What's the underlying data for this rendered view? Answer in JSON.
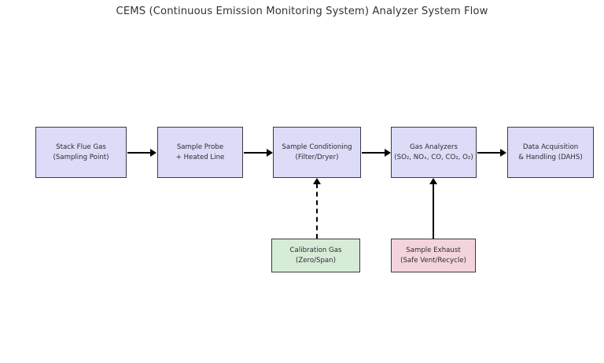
{
  "title": "CEMS (Continuous Emission Monitoring System) Analyzer System Flow",
  "colors": {
    "process_fill": "#dcdcf8",
    "calibration_fill": "#d6ecd7",
    "exhaust_fill": "#f4d4dc",
    "border": "#3a3a48",
    "arrow": "#000000",
    "background": "#ffffff",
    "text": "#2b2b33",
    "title_text": "#333333"
  },
  "nodes": [
    {
      "id": "stack-flue-gas",
      "line1": "Stack Flue Gas",
      "line2": "(Sampling Point)",
      "kind": "process"
    },
    {
      "id": "sample-probe",
      "line1": "Sample Probe",
      "line2": "+ Heated Line",
      "kind": "process"
    },
    {
      "id": "sample-conditioning",
      "line1": "Sample Conditioning",
      "line2": "(Filter/Dryer)",
      "kind": "process"
    },
    {
      "id": "gas-analyzers",
      "line1": "Gas Analyzers",
      "line2": "(SO₂, NOₓ, CO, CO₂, O₂)",
      "kind": "process"
    },
    {
      "id": "data-acquisition",
      "line1": "Data Acquisition",
      "line2": "& Handling (DAHS)",
      "kind": "process"
    },
    {
      "id": "calibration-gas",
      "line1": "Calibration Gas",
      "line2": "(Zero/Span)",
      "kind": "calibration"
    },
    {
      "id": "sample-exhaust",
      "line1": "Sample Exhaust",
      "line2": "(Safe Vent/Recycle)",
      "kind": "exhaust"
    }
  ],
  "connectors": [
    {
      "id": "stack-to-probe",
      "from": "stack-flue-gas",
      "to": "sample-probe",
      "style": "solid",
      "direction": "right"
    },
    {
      "id": "probe-to-conditioning",
      "from": "sample-probe",
      "to": "sample-conditioning",
      "style": "solid",
      "direction": "right"
    },
    {
      "id": "conditioning-to-analyzers",
      "from": "sample-conditioning",
      "to": "gas-analyzers",
      "style": "solid",
      "direction": "right"
    },
    {
      "id": "analyzers-to-dahs",
      "from": "gas-analyzers",
      "to": "data-acquisition",
      "style": "solid",
      "direction": "right"
    },
    {
      "id": "calibration-to-conditioning",
      "from": "calibration-gas",
      "to": "sample-conditioning",
      "style": "dashed",
      "direction": "up"
    },
    {
      "id": "exhaust-to-analyzers",
      "from": "sample-exhaust",
      "to": "gas-analyzers",
      "style": "solid",
      "direction": "up"
    }
  ]
}
